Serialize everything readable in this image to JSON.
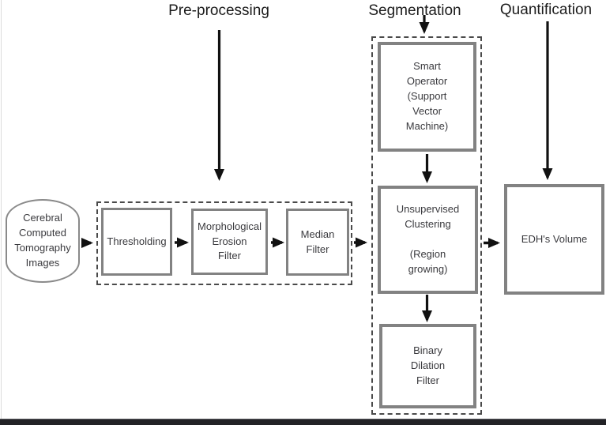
{
  "stages": {
    "preprocessing": "Pre-processing",
    "segmentation": "Segmentation",
    "quantification": "Quantification"
  },
  "nodes": {
    "input": "Cerebral\nComputed\nTomography\nImages",
    "thresholding": "Thresholding",
    "erosion": "Morphological\nErosion\nFilter",
    "median": "Median\nFilter",
    "smart_operator": "Smart\nOperator\n(Support\nVector\nMachine)",
    "clustering": "Unsupervised\nClustering\n\n(Region\ngrowing)",
    "dilation": "Binary\nDilation\nFilter",
    "volume": "EDH's Volume"
  },
  "edges": [
    {
      "from": "input",
      "to": "preprocessing-group"
    },
    {
      "from": "thresholding",
      "to": "erosion"
    },
    {
      "from": "erosion",
      "to": "median"
    },
    {
      "from": "preprocessing-group",
      "to": "segmentation-group"
    },
    {
      "from": "smart_operator",
      "to": "clustering"
    },
    {
      "from": "clustering",
      "to": "dilation"
    },
    {
      "from": "segmentation-group",
      "to": "volume"
    },
    {
      "from": "preprocessing-label",
      "to": "preprocessing-group"
    },
    {
      "from": "segmentation-label",
      "to": "segmentation-group"
    },
    {
      "from": "quantification-label",
      "to": "volume"
    }
  ],
  "colors": {
    "box_border": "#828282",
    "dashed_border": "#4a4a4a",
    "arrow": "#111111",
    "node_text": "#3a3a3e",
    "stage_text": "#1c1c1c",
    "background": "#ffffff",
    "bottom_bar": "#222226"
  }
}
